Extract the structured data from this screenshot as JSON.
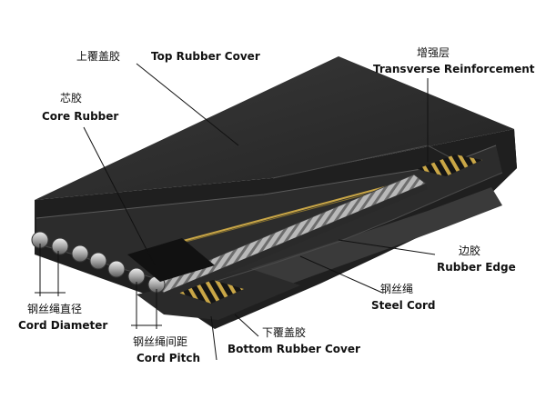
{
  "labels": {
    "top_cover_cn": "上覆盖胶",
    "top_cover_en": "Top Rubber Cover",
    "core_cn": "芯胶",
    "core_en": "Core Rubber",
    "transverse_cn": "增强层",
    "transverse_en": "Transverse Reinforcement",
    "edge_cn": "边胶",
    "edge_en": "Rubber Edge",
    "steel_cn": "钢丝绳",
    "steel_en": "Steel Cord",
    "diameter_cn": "钢丝绳直径",
    "diameter_en": "Cord Diameter",
    "pitch_cn": "钢丝绳间距",
    "pitch_en": "Cord Pitch",
    "bottom_cn": "下覆盖胶",
    "bottom_en": "Bottom Rubber Cover"
  },
  "colors": {
    "belt_top": "#2b2b2b",
    "belt_side": "#1d1d1d",
    "reinforcement": "#c9a646",
    "steel_cord": "#bdbdbd",
    "leader_line": "#111111"
  }
}
